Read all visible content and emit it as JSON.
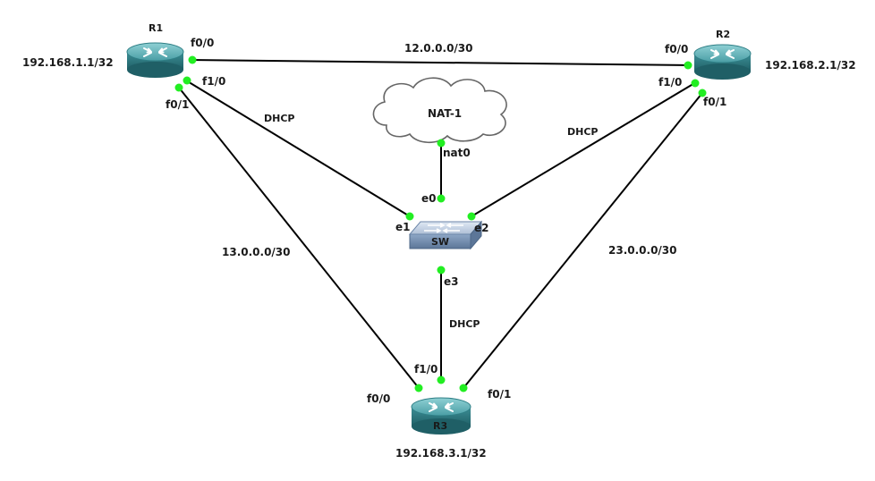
{
  "colors": {
    "link": "#000000",
    "port_up": "#22ee22",
    "router_top": "#5fb0b6",
    "router_side": "#2f7f86",
    "switch_body": "#7d9bbf",
    "cloud_outline": "#555555"
  },
  "nodes": {
    "r1": {
      "name": "R1",
      "address": "192.168.1.1/32",
      "icon": "router-icon"
    },
    "r2": {
      "name": "R2",
      "address": "192.168.2.1/32",
      "icon": "router-icon"
    },
    "r3": {
      "name": "R3",
      "address": "192.168.3.1/32",
      "icon": "router-icon"
    },
    "sw": {
      "name": "SW",
      "icon": "switch-icon"
    },
    "nat": {
      "name": "NAT-1",
      "icon": "cloud-icon"
    }
  },
  "links": {
    "r1_r2": {
      "label": "12.0.0.0/30"
    },
    "r1_r3": {
      "label": "13.0.0.0/30"
    },
    "r2_r3": {
      "label": "23.0.0.0/30"
    },
    "r1_sw": {
      "label": "DHCP"
    },
    "r2_sw": {
      "label": "DHCP"
    },
    "sw_r3": {
      "label": "DHCP"
    }
  },
  "ports": {
    "r1_f00": "f0/0",
    "r1_f10": "f1/0",
    "r1_f01": "f0/1",
    "r2_f00": "f0/0",
    "r2_f10": "f1/0",
    "r2_f01": "f0/1",
    "r3_f00": "f0/0",
    "r3_f10": "f1/0",
    "r3_f01": "f0/1",
    "sw_e0": "e0",
    "sw_e1": "e1",
    "sw_e2": "e2",
    "sw_e3": "e3",
    "nat_nat0": "nat0"
  }
}
